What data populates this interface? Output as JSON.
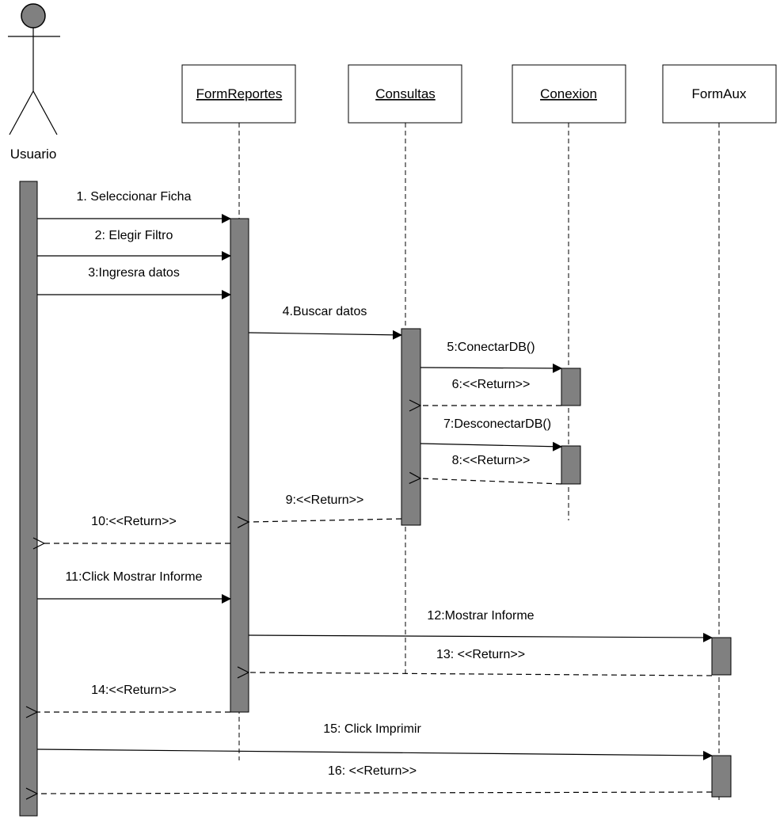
{
  "actor": {
    "name": "Usuario"
  },
  "objects": [
    {
      "id": "formreportes",
      "name": "FormReportes",
      "underlined": true
    },
    {
      "id": "consultas",
      "name": "Consultas",
      "underlined": true
    },
    {
      "id": "conexion",
      "name": "Conexion",
      "underlined": true
    },
    {
      "id": "formaux",
      "name": "FormAux",
      "underlined": false
    }
  ],
  "messages": [
    {
      "label": "1. Seleccionar Ficha",
      "kind": "call"
    },
    {
      "label": "2: Elegir Filtro",
      "kind": "call"
    },
    {
      "label": "3:Ingresra datos",
      "kind": "call"
    },
    {
      "label": "4.Buscar datos",
      "kind": "call"
    },
    {
      "label": "5:ConectarDB()",
      "kind": "call"
    },
    {
      "label": "6:<<Return>>",
      "kind": "return"
    },
    {
      "label": "7:DesconectarDB()",
      "kind": "call"
    },
    {
      "label": "8:<<Return>>",
      "kind": "return"
    },
    {
      "label": "9:<<Return>>",
      "kind": "return"
    },
    {
      "label": "10:<<Return>>",
      "kind": "return"
    },
    {
      "label": "11:Click Mostrar Informe",
      "kind": "call"
    },
    {
      "label": "12:Mostrar Informe",
      "kind": "call"
    },
    {
      "label": "13: <<Return>>",
      "kind": "return"
    },
    {
      "label": "14:<<Return>>",
      "kind": "return"
    },
    {
      "label": "15: Click Imprimir",
      "kind": "call"
    },
    {
      "label": "16: <<Return>>",
      "kind": "return"
    }
  ]
}
